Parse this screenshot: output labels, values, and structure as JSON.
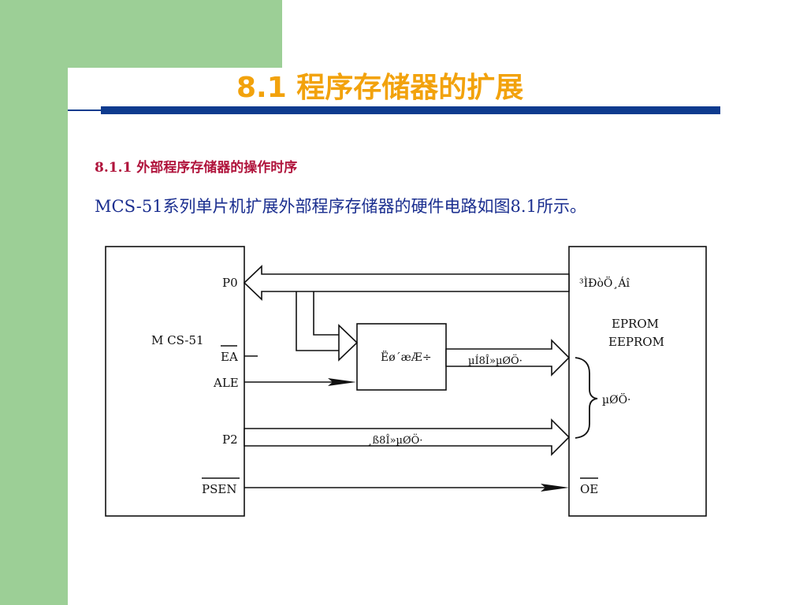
{
  "slide": {
    "title": "8.1  程序存储器的扩展",
    "section_heading": "8.1.1  外部程序存储器的操作时序",
    "description": "MCS-51系列单片机扩展外部程序存储器的硬件电路如图8.1所示。"
  },
  "diagram": {
    "mcu": {
      "name": "M CS-51",
      "pins": {
        "p0": "P0",
        "ea": "EA",
        "ale": "ALE",
        "p2": "P2",
        "psen": "PSEN"
      }
    },
    "latch": {
      "label": "Ëø´æÆ÷"
    },
    "memory": {
      "pin_data": "³ÌÐòÖ¸Áî",
      "type_line1": "EPROM",
      "type_line2": "EEPROM",
      "addr_brace_label": "µØÖ·",
      "oe": "OE"
    },
    "buses": {
      "low_address": "µÍ8Î»µØÖ·",
      "high_address": "¸ß8Î»µØÖ·"
    }
  }
}
